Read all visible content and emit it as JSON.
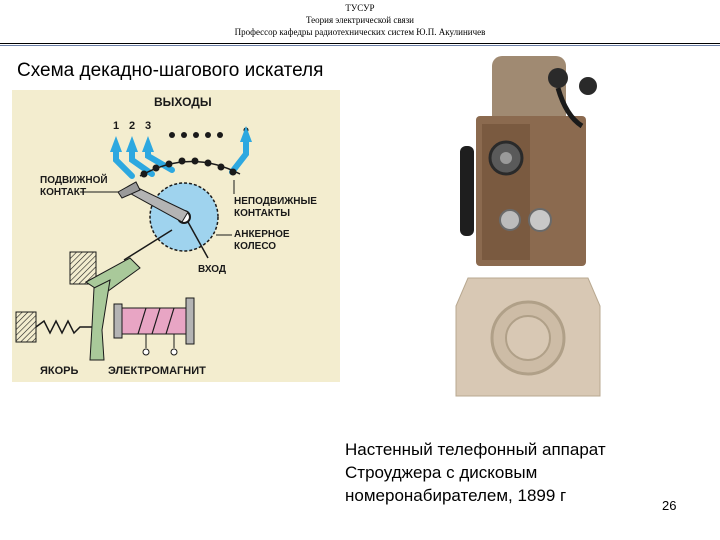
{
  "header": {
    "line1": "ТУСУР",
    "line2": "Теория электрической связи",
    "line3": "Профессор кафедры радиотехнических систем Ю.П. Акулиничев"
  },
  "slide": {
    "title": "Схема декадно-шагового искателя",
    "page_number": "26"
  },
  "diagram": {
    "label_outputs": "ВЫХОДЫ",
    "output_numbers": [
      "1",
      "2",
      "3"
    ],
    "label_moving_contact_1": "ПОДВИЖНОЙ",
    "label_moving_contact_2": "КОНТАКТ",
    "label_fixed_contacts_1": "НЕПОДВИЖНЫЕ",
    "label_fixed_contacts_2": "КОНТАКТЫ",
    "label_ratchet_1": "АНКЕРНОЕ",
    "label_ratchet_2": "КОЛЕСО",
    "label_input": "ВХОД",
    "label_armature": "ЯКОРЬ",
    "label_electromagnet": "ЭЛЕКТРОМАГНИТ",
    "colors": {
      "background": "#f3edcf",
      "arrows": "#2da8e0",
      "wheel": "#9fd3ee",
      "lever": "#a9c99a",
      "magnet": "#e8a5c4"
    }
  },
  "caption": {
    "line1": "Настенный телефонный аппарат",
    "line2": "Строуджера с дисковым",
    "line3": "номеронабирателем, 1899 г"
  }
}
